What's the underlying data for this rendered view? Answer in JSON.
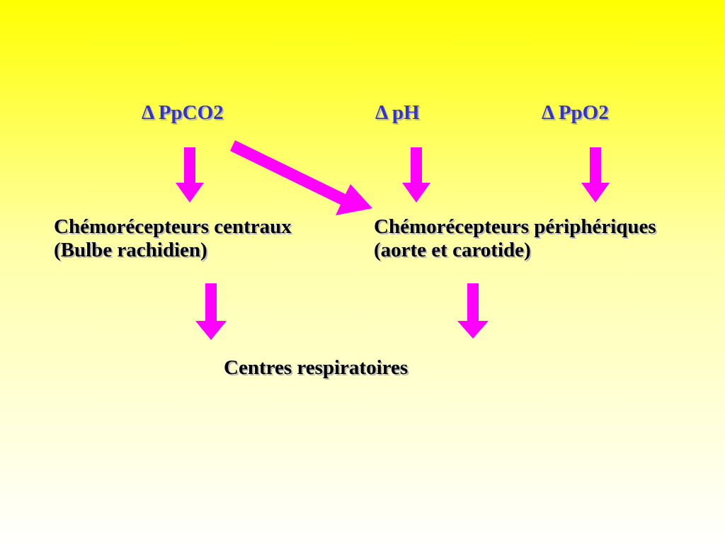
{
  "stimuli": {
    "ppco2": "Δ PpCO2",
    "ph": "Δ pH",
    "ppo2": "Δ PpO2"
  },
  "receptors": {
    "central": {
      "line1": "Chémorécepteurs centraux",
      "line2": "(Bulbe rachidien)"
    },
    "peripheral": {
      "line1": "Chémorécepteurs périphériques",
      "line2": "(aorte et carotide)"
    }
  },
  "centres": "Centres respiratoires",
  "colors": {
    "arrow": "#ff00ff",
    "stimulus_text": "#3333cc",
    "receptor_text": "#000000",
    "background_top": "#ffff00",
    "background_bottom": "#fffffe"
  }
}
